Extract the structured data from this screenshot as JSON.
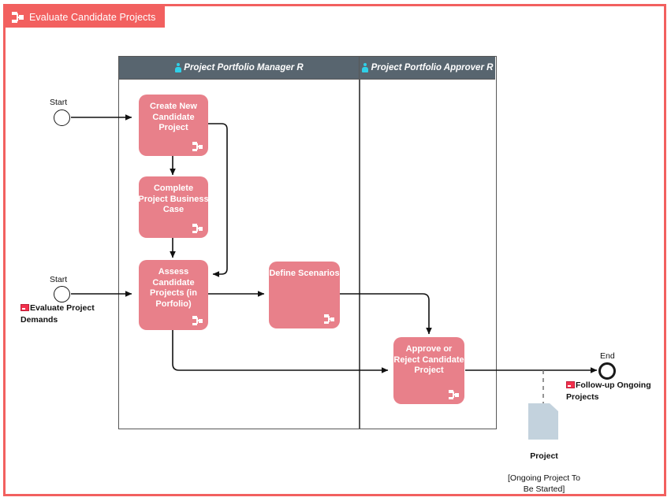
{
  "diagram": {
    "title": "Evaluate Candidate Projects",
    "title_icon": "subprocess-icon",
    "frame_color": "#f2605f",
    "task_color": "#e8808a",
    "lane_header_color": "#58656f",
    "actor_icon_color": "#2fd0e8",
    "data_object_color": "#c3d2dd",
    "link_icon_color": "#f2304c"
  },
  "pool": {
    "lanes": [
      {
        "name": "Project Portfolio Manager R",
        "icon": "actor-icon"
      },
      {
        "name": "Project Portfolio Approver R",
        "icon": "actor-icon"
      }
    ]
  },
  "tasks": [
    {
      "id": "create-new-candidate-project",
      "label": "Create New\nCandidate\nProject",
      "marker": "subprocess-marker"
    },
    {
      "id": "complete-project-business-case",
      "label": "Complete\nProject Business\nCase",
      "marker": "subprocess-marker"
    },
    {
      "id": "assess-candidate-projects",
      "label": "Assess\nCandidate\nProjects (in\nPorfolio)",
      "marker": "subprocess-marker"
    },
    {
      "id": "define-scenarios",
      "label": "Define Scenarios",
      "marker": "subprocess-marker"
    },
    {
      "id": "approve-or-reject-candidate-project",
      "label": "Approve or\nReject Candidate\nProject",
      "marker": "subprocess-marker"
    }
  ],
  "events": [
    {
      "id": "start-top",
      "type": "start",
      "label": "Start"
    },
    {
      "id": "start-bottom",
      "type": "start",
      "label": "Start"
    },
    {
      "id": "end",
      "type": "end",
      "label": "End"
    }
  ],
  "annotations": [
    {
      "id": "evaluate-project-demands",
      "icon": "link-icon",
      "text": "Evaluate Project\nDemands"
    },
    {
      "id": "follow-up-ongoing-projects",
      "icon": "link-icon",
      "text": "Follow-up Ongoing\nProjects"
    }
  ],
  "data_objects": [
    {
      "id": "project",
      "name": "Project",
      "state": "[Ongoing Project To\nBe Started]"
    }
  ]
}
